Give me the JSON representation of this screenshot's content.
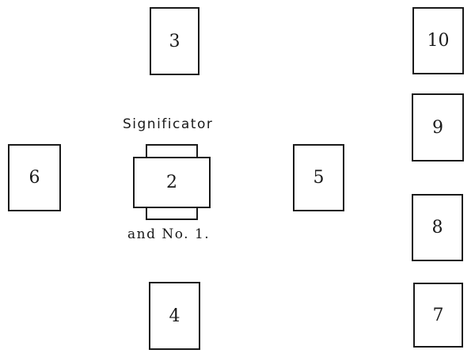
{
  "cards": {
    "c1": "",
    "c2": "2",
    "c3": "3",
    "c4": "4",
    "c5": "5",
    "c6": "6",
    "c7": "7",
    "c8": "8",
    "c9": "9",
    "c10": "10"
  },
  "captions": {
    "significator": "Significator",
    "and_no_1": "and No. 1."
  }
}
